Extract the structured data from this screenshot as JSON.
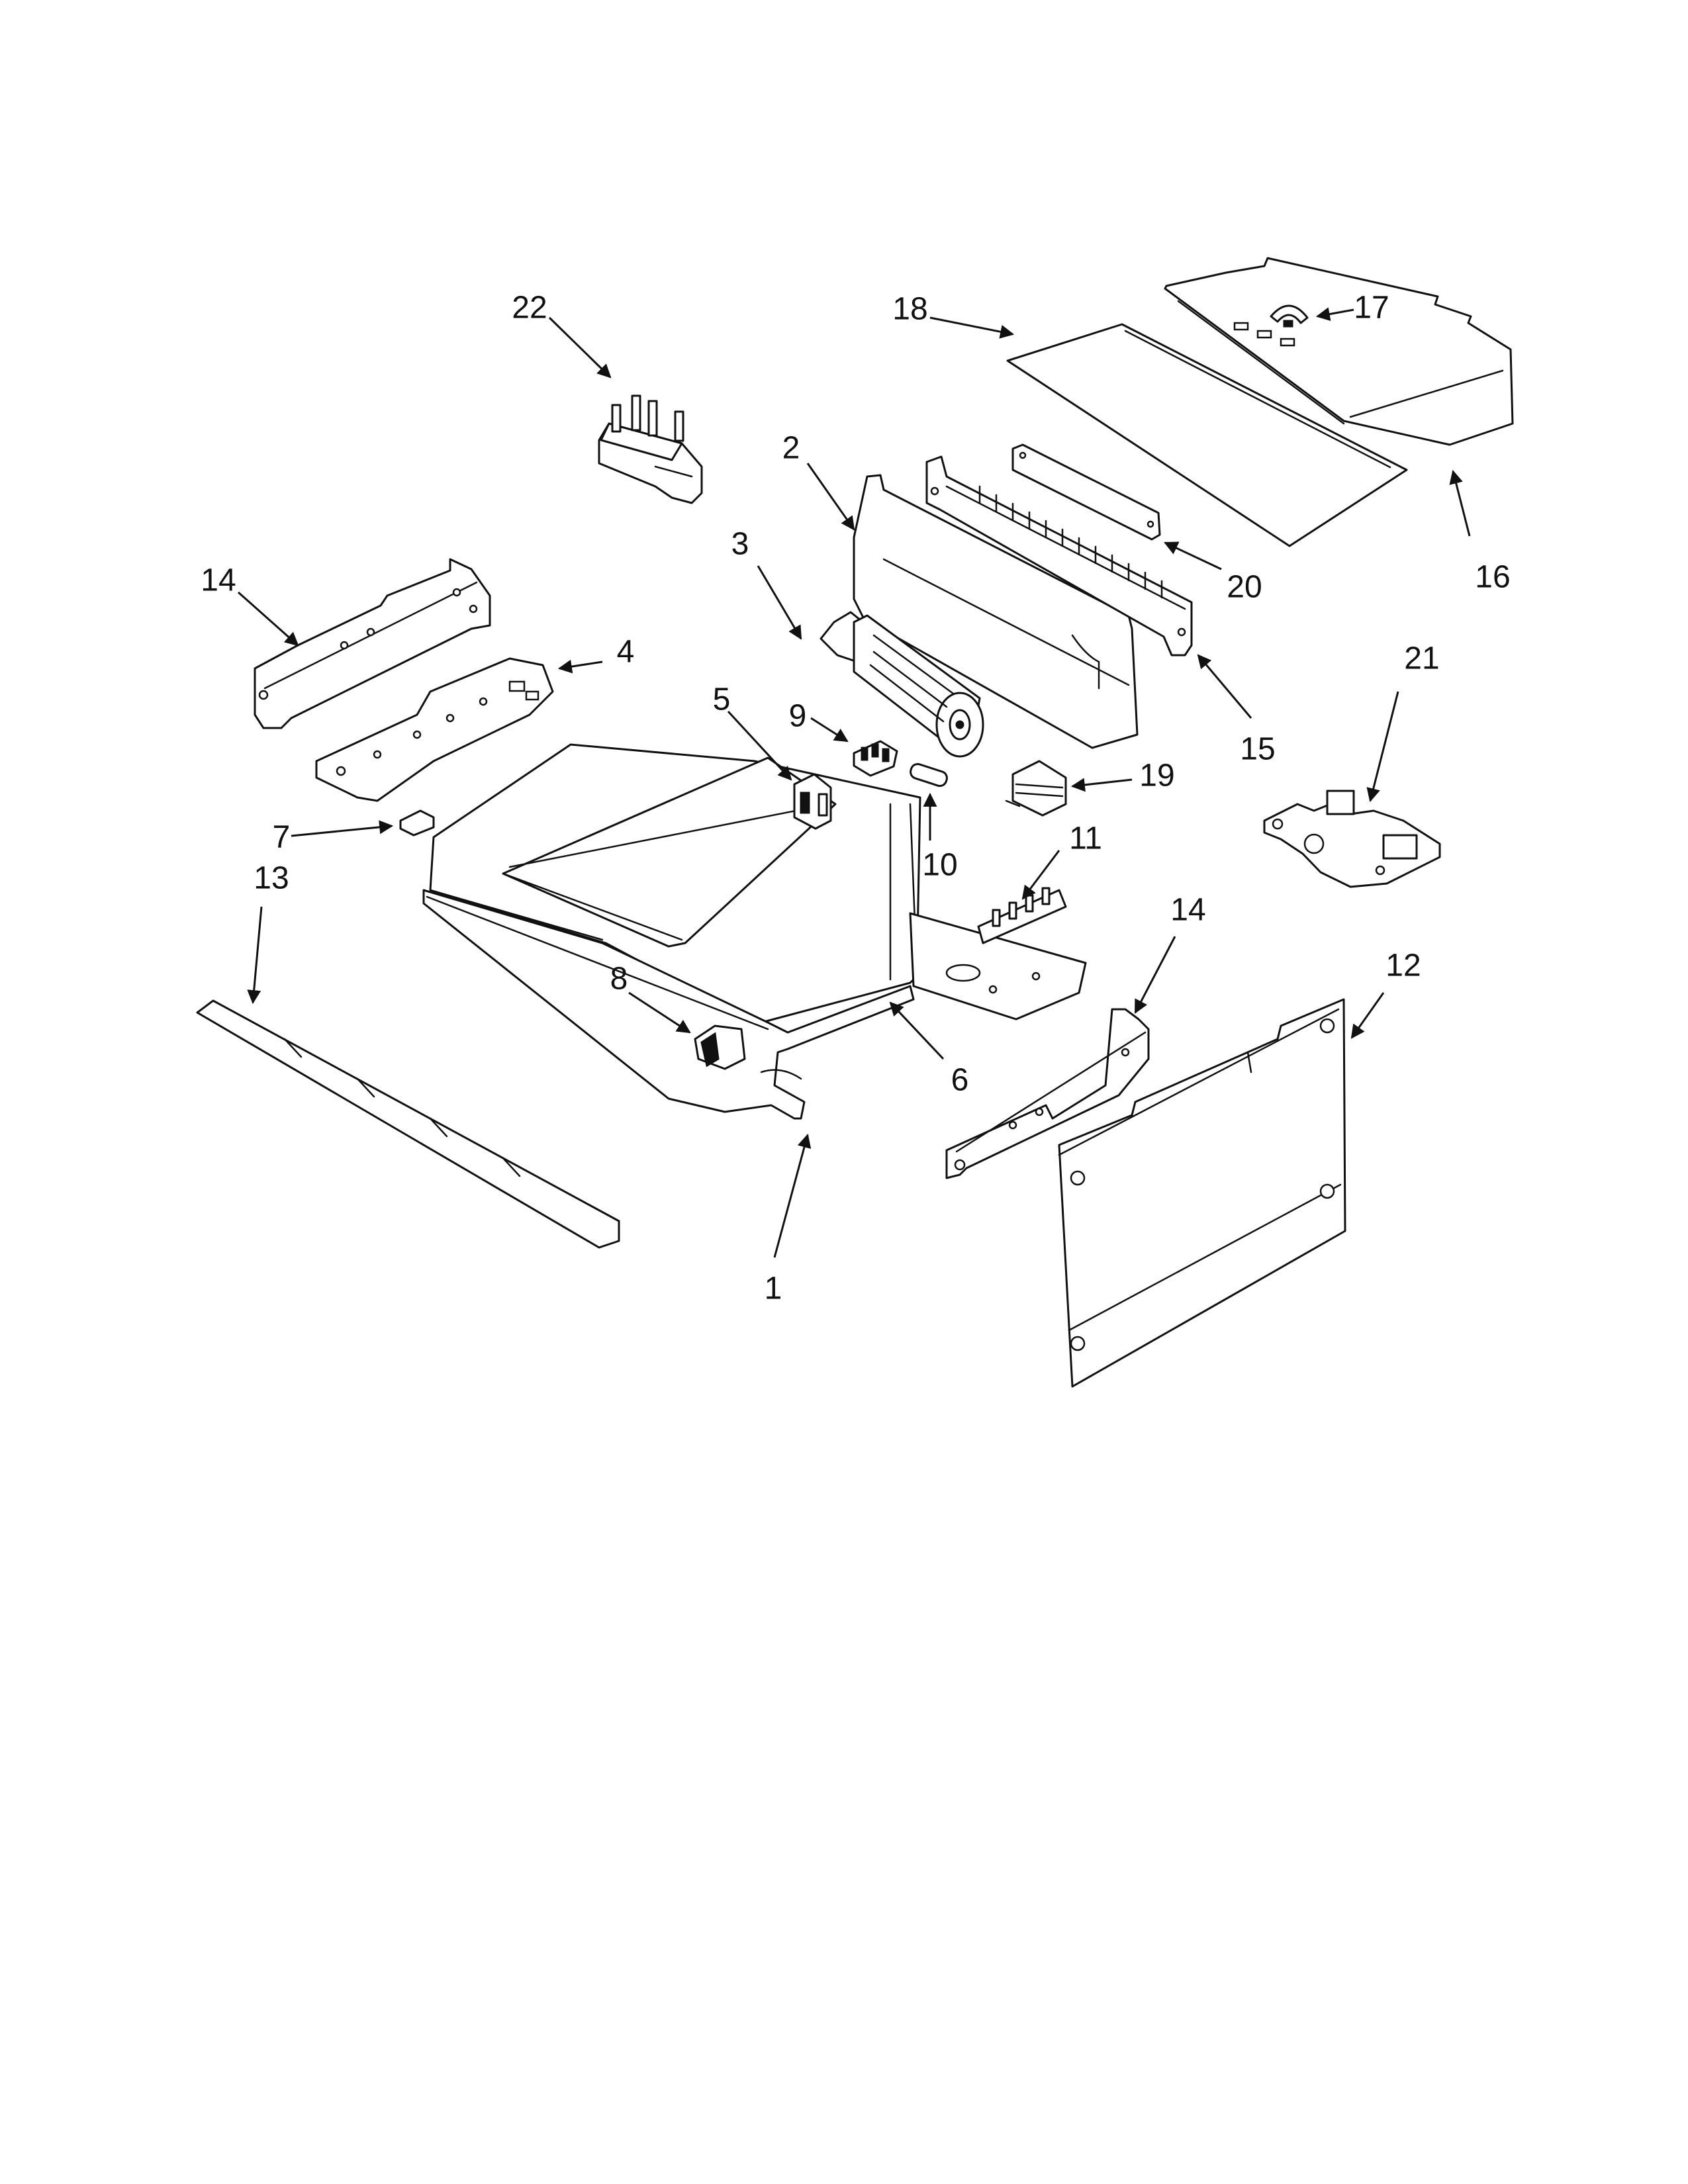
{
  "callouts": {
    "c1": "1",
    "c2": "2",
    "c3": "3",
    "c4": "4",
    "c5": "5",
    "c6": "6",
    "c7": "7",
    "c8": "8",
    "c9": "9",
    "c10": "10",
    "c11": "11",
    "c12": "12",
    "c13": "13",
    "c14_left": "14",
    "c14_right": "14",
    "c15": "15",
    "c16": "16",
    "c17": "17",
    "c18": "18",
    "c19": "19",
    "c20": "20",
    "c21": "21",
    "c22": "22"
  }
}
